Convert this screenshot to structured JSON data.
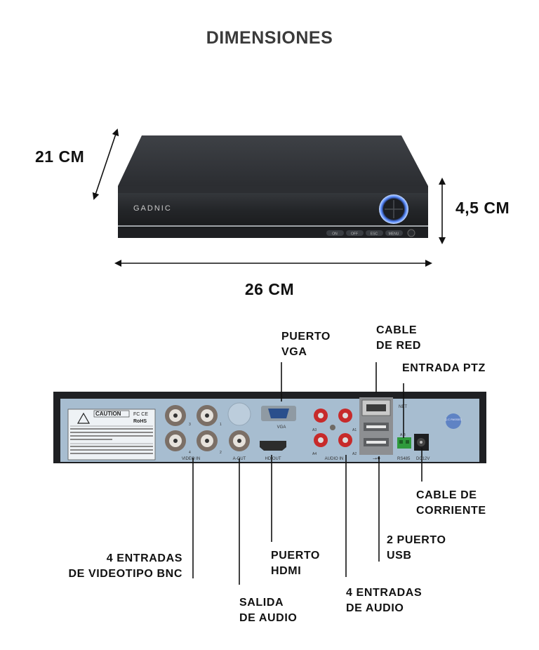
{
  "title": "DIMENSIONES",
  "dimensions": {
    "depth": "21 CM",
    "height": "4,5 CM",
    "width": "26 CM"
  },
  "device": {
    "brand": "GADNIC",
    "front_buttons": [
      "ON",
      "OFF",
      "ESC",
      "MENU"
    ],
    "rear_panel_text": {
      "caution": "CAUTION",
      "video_in": "VIDEO IN",
      "a_out": "A-OUT",
      "hd_out": "HD OUT",
      "vga": "VGA",
      "audio_in": "AUDIO IN",
      "net": "NET",
      "rs485": "RS485",
      "dc12v": "DC12V",
      "bnc_numbers": [
        "3",
        "1",
        "4",
        "2"
      ],
      "audio_numbers": [
        "A3",
        "A1",
        "A4",
        "A2"
      ],
      "qc": "Q.C PASSED"
    }
  },
  "callouts": {
    "vga": [
      "PUERTO",
      "VGA"
    ],
    "network": [
      "CABLE",
      "DE RED"
    ],
    "ptz": [
      "ENTRADA PTZ"
    ],
    "power": [
      "CABLE DE",
      "CORRIENTE"
    ],
    "usb": [
      "2 PUERTO",
      "USB"
    ],
    "hdmi": [
      "PUERTO",
      "HDMI"
    ],
    "video": [
      "4 ENTRADAS",
      "DE VIDEOTIPO BNC"
    ],
    "audio_out": [
      "SALIDA",
      "DE AUDIO"
    ],
    "audio_in": [
      "4 ENTRADAS",
      "DE AUDIO"
    ]
  }
}
